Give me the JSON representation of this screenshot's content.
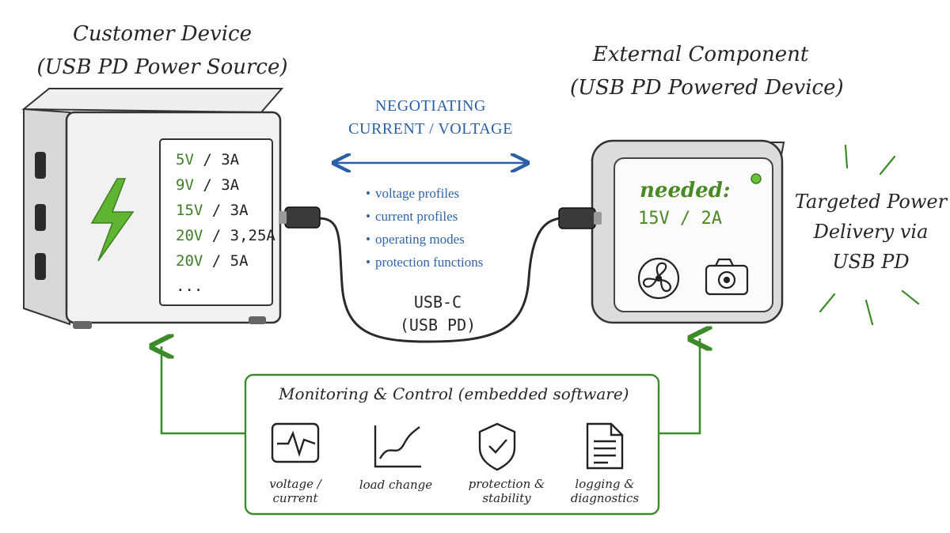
{
  "source_device": {
    "title_line1": "Customer Device",
    "title_line2": "(USB PD Power Source)",
    "profiles": [
      {
        "voltage": "5V",
        "sep": " / ",
        "current": "3A"
      },
      {
        "voltage": "9V",
        "sep": " / ",
        "current": "3A"
      },
      {
        "voltage": "15V",
        "sep": " / ",
        "current": "3A"
      },
      {
        "voltage": "20V",
        "sep": " / ",
        "current": "3,25A"
      },
      {
        "voltage": "20V",
        "sep": " / ",
        "current": "5A"
      }
    ],
    "more": "...",
    "icon": "lightning-bolt-icon"
  },
  "powered_device": {
    "title_line1": "External Component",
    "title_line2": "(USB PD Powered Device)",
    "needed_label": "needed:",
    "needed_value": "15V / 2A",
    "icons": [
      "fan-icon",
      "camera-icon",
      "status-led"
    ]
  },
  "negotiation": {
    "line1": "NEGOTIATING",
    "line2": "CURRENT / VOLTAGE",
    "items": [
      "voltage profiles",
      "current profiles",
      "operating modes",
      "protection functions"
    ]
  },
  "cable": {
    "line1": "USB-C",
    "line2": "(USB PD)"
  },
  "callout": {
    "line1": "Targeted Power",
    "line2": "Delivery via",
    "line3": "USB PD"
  },
  "monitoring": {
    "title": "Monitoring & Control (embedded software)",
    "items": [
      {
        "icon": "pulse-monitor-icon",
        "line1": "voltage /",
        "line2": "current"
      },
      {
        "icon": "line-chart-icon",
        "line1": "load change",
        "line2": ""
      },
      {
        "icon": "shield-check-icon",
        "line1": "protection &",
        "line2": "stability"
      },
      {
        "icon": "document-icon",
        "line1": "logging &",
        "line2": "diagnostics"
      }
    ]
  },
  "colors": {
    "accent_green": "#3d8a2a",
    "text_blue": "#2a5fa6",
    "ink": "#262626"
  }
}
